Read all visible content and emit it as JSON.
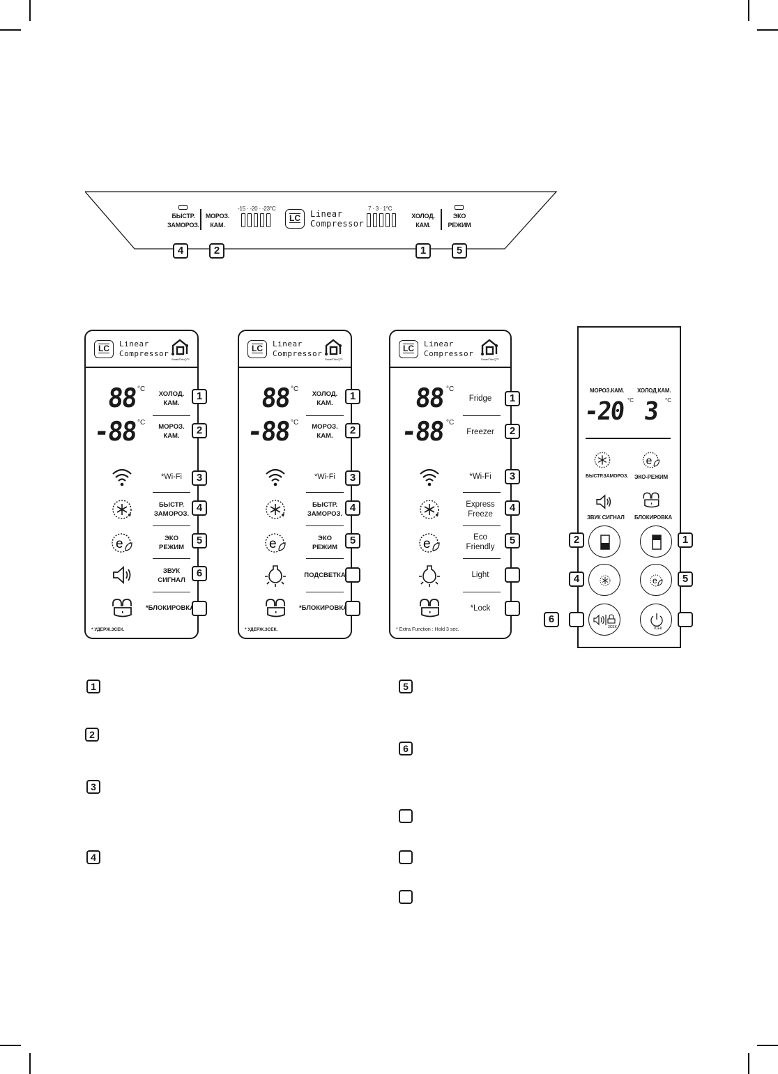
{
  "top_panel": {
    "express_freeze": {
      "line1": "БЫСТР.",
      "line2": "ЗАМОРОЗ."
    },
    "freezer": {
      "line1": "МОРОЗ.",
      "line2": "КАМ."
    },
    "freezer_scale": "-15 · -20 · -23°C",
    "brand": {
      "line1": "Linear",
      "line2": "Compressor",
      "logo": "LC"
    },
    "fridge_scale": "7 · 3 · 1°C",
    "fridge": {
      "line1": "ХОЛОД.",
      "line2": "КАМ."
    },
    "eco": {
      "line1": "ЭКО",
      "line2": "РЕЖИМ"
    },
    "markers": [
      "4",
      "2",
      "1",
      "5"
    ]
  },
  "panel_ru_a": {
    "brand": {
      "line1": "Linear",
      "line2": "Compressor",
      "logo": "LC",
      "smart": "SmartThinQ™"
    },
    "fridge_display": "88",
    "freezer_display": "-88",
    "unit": "°C",
    "rows": [
      {
        "line1": "ХОЛОД.",
        "line2": "КАМ.",
        "marker": "1"
      },
      {
        "line1": "МОРОЗ.",
        "line2": "КАМ.",
        "marker": "2"
      },
      {
        "line1": "*Wi-Fi",
        "line2": "",
        "marker": "3"
      },
      {
        "line1": "БЫСТР.",
        "line2": "ЗАМОРОЗ.",
        "marker": "4"
      },
      {
        "line1": "ЭКО",
        "line2": "РЕЖИМ",
        "marker": "5"
      },
      {
        "line1": "ЗВУК",
        "line2": "СИГНАЛ",
        "marker": "6"
      },
      {
        "line1": "*БЛОКИРОВКА",
        "line2": "",
        "marker": ""
      }
    ],
    "footnote": "* УДЕРЖ.3СЕК."
  },
  "panel_ru_b": {
    "brand": {
      "line1": "Linear",
      "line2": "Compressor",
      "logo": "LC",
      "smart": "SmartThinQ™"
    },
    "fridge_display": "88",
    "freezer_display": "-88",
    "unit": "°C",
    "rows": [
      {
        "line1": "ХОЛОД.",
        "line2": "КАМ.",
        "marker": "1"
      },
      {
        "line1": "МОРОЗ.",
        "line2": "КАМ.",
        "marker": "2"
      },
      {
        "line1": "*Wi-Fi",
        "line2": "",
        "marker": "3"
      },
      {
        "line1": "БЫСТР.",
        "line2": "ЗАМОРОЗ.",
        "marker": "4"
      },
      {
        "line1": "ЭКО",
        "line2": "РЕЖИМ",
        "marker": "5"
      },
      {
        "line1": "ПОДСВЕТКА",
        "line2": "",
        "marker": ""
      },
      {
        "line1": "*БЛОКИРОВКА",
        "line2": "",
        "marker": ""
      }
    ],
    "footnote": "* УДЕРЖ.3СЕК."
  },
  "panel_en": {
    "brand": {
      "line1": "Linear",
      "line2": "Compressor",
      "logo": "LC",
      "smart": "SmartThinQ™"
    },
    "fridge_display": "88",
    "freezer_display": "-88",
    "unit": "°C",
    "rows": [
      {
        "line1": "Fridge",
        "line2": "",
        "marker": "1"
      },
      {
        "line1": "Freezer",
        "line2": "",
        "marker": "2"
      },
      {
        "line1": "*Wi-Fi",
        "line2": "",
        "marker": "3"
      },
      {
        "line1": "Express",
        "line2": "Freeze",
        "marker": "4"
      },
      {
        "line1": "Eco",
        "line2": "Friendly",
        "marker": "5"
      },
      {
        "line1": "Light",
        "line2": "",
        "marker": ""
      },
      {
        "line1": "*Lock",
        "line2": "",
        "marker": ""
      }
    ],
    "footnote": "* Extra Function : Hold 3 sec."
  },
  "panel_rect": {
    "freezer_label": "МОРОЗ.КАМ.",
    "fridge_label": "ХОЛОД.КАМ.",
    "freezer_display": "-20",
    "fridge_display": "3",
    "unit": "°C",
    "icons": [
      {
        "label": "БЫСТР.ЗАМОРОЗ.",
        "icon": "express-freeze-icon"
      },
      {
        "label": "ЭКО-РЕЖИМ",
        "icon": "eco-icon"
      },
      {
        "label": "ЗВУК СИГНАЛ",
        "icon": "sound-icon"
      },
      {
        "label": "БЛОКИРОВКА",
        "icon": "lock-icon"
      }
    ],
    "buttons": [
      {
        "marker": "2",
        "icon": "freezer-icon"
      },
      {
        "marker": "1",
        "icon": "fridge-icon"
      },
      {
        "marker": "4",
        "icon": "express-freeze-icon"
      },
      {
        "marker": "5",
        "icon": "eco-icon"
      },
      {
        "marker": "",
        "icon": "sound-lock-icon",
        "sub": "3СЕК"
      },
      {
        "marker": "",
        "icon": "power-icon",
        "sub": "7СЕК"
      }
    ],
    "outer_marker": "6"
  },
  "legend": {
    "left": [
      "1",
      "2",
      "3",
      "4"
    ],
    "right": [
      "5",
      "6",
      "",
      "",
      ""
    ]
  }
}
